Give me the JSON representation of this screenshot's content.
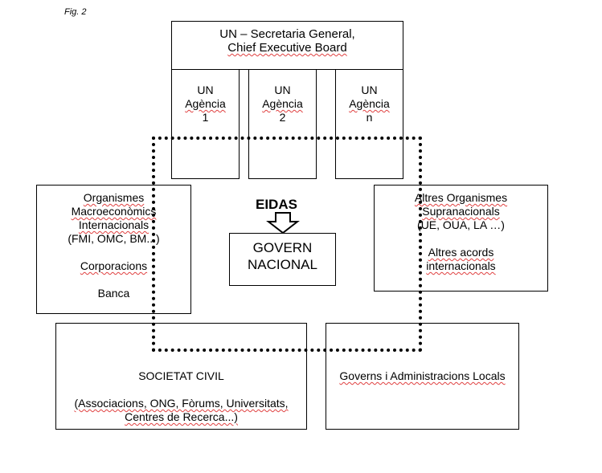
{
  "figure_label": "Fig. 2",
  "un_secretariat": {
    "line1": "UN – Secretaria General,",
    "line2": "Chief Executive Board"
  },
  "agencies": [
    {
      "line1": "UN",
      "line2": "Agència",
      "line3": "1"
    },
    {
      "line1": "UN",
      "line2": "Agència",
      "line3": "2"
    },
    {
      "line1": "UN",
      "line2": "Agència",
      "line3": "n"
    }
  ],
  "macro_orgs": {
    "line1": "Organismes",
    "line2": "Macroeconòmics",
    "line3": "Internacionals",
    "line4": "(FMI, OMC, BM...)",
    "corporacions": "Corporacions",
    "banca": "Banca"
  },
  "eidas": "EIDAS",
  "govern": {
    "line1": "GOVERN",
    "line2": "NACIONAL"
  },
  "supra_orgs": {
    "line1": "Altres Organismes",
    "line2": "Supranacionals",
    "line3": "(UE, OUA, LA …)",
    "line4": "Altres acords",
    "line5": "internacionals"
  },
  "societat": {
    "title": "SOCIETAT CIVIL",
    "line1": "(Associacions, ONG, Fòrums, Universitats,",
    "line2": "Centres de Recerca...)"
  },
  "governs_locals": "Governs i Administracions Locals"
}
